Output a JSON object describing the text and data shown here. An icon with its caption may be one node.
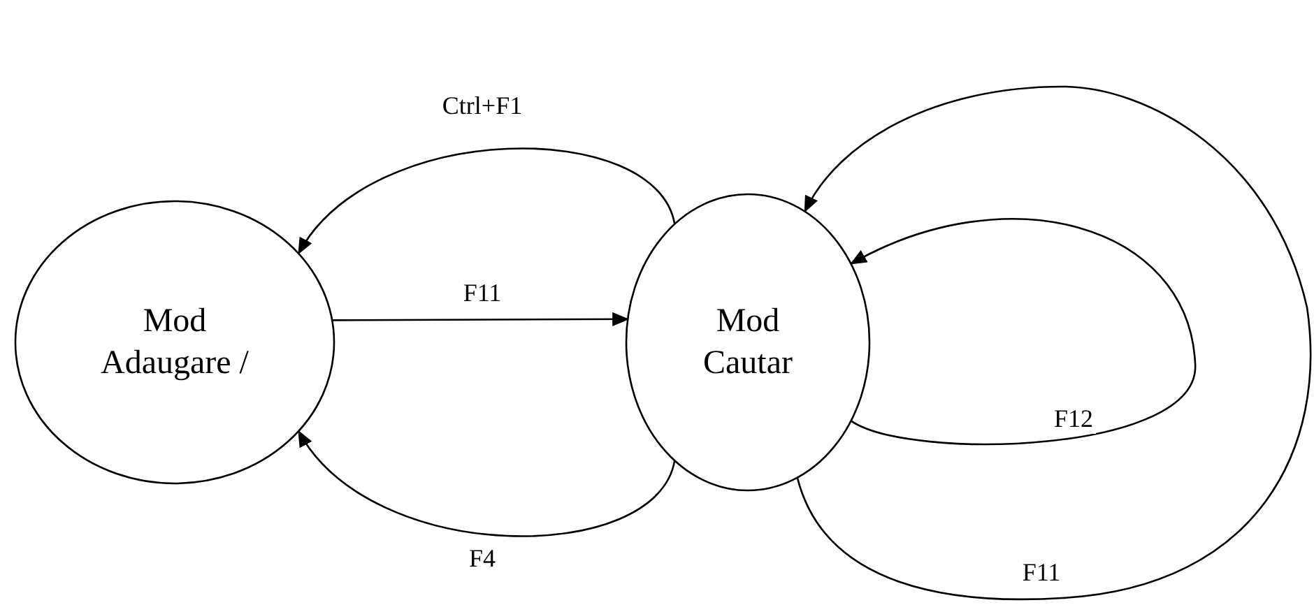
{
  "diagram": {
    "nodes": [
      {
        "text": [
          "Mod Adaugare /"
        ]
      },
      {
        "text": [
          "Mod Cautar"
        ]
      }
    ],
    "edges": [
      {
        "from": 1,
        "to": 0,
        "arrow": "to",
        "label": "Ctrl+F1"
      },
      {
        "from": 0,
        "to": 1,
        "arrow": "to",
        "label": "F11"
      },
      {
        "from": 1,
        "to": 0,
        "arrow": "to",
        "label": "F4"
      },
      {
        "from": 1,
        "to": 1,
        "arrow": "to",
        "label": "F12"
      },
      {
        "from": 1,
        "to": 1,
        "arrow": "to",
        "label": "F11"
      }
    ]
  }
}
